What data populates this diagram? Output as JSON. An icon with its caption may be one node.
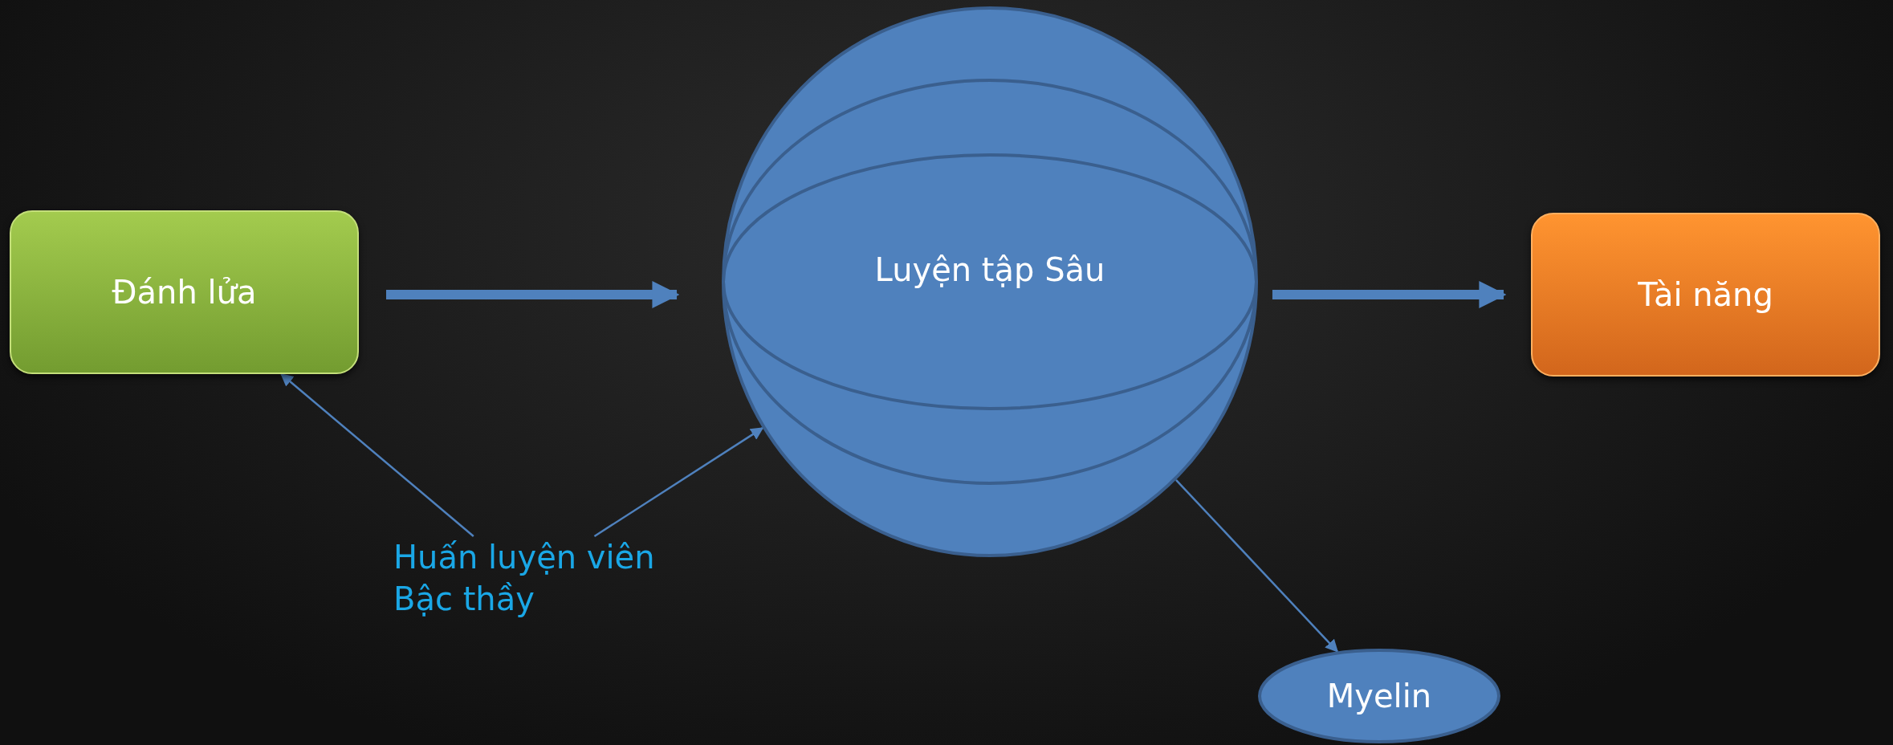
{
  "diagram": {
    "nodes": [
      {
        "text": [
          "Đánh lửa"
        ]
      },
      {
        "text": [
          "Luyện tập Sâu"
        ]
      },
      {
        "text": [
          "Tài năng"
        ]
      },
      {
        "text": [
          "Huấn luyện viên Bậc thầy"
        ]
      },
      {
        "text": [
          "Myelin"
        ]
      }
    ],
    "edges": [
      {
        "from": 0,
        "to": 1,
        "arrow": "to",
        "style": "thick"
      },
      {
        "from": 1,
        "to": 2,
        "arrow": "to",
        "style": "thick"
      },
      {
        "from": 3,
        "to": 0,
        "arrow": "to"
      },
      {
        "from": 3,
        "to": 1,
        "arrow": "to"
      },
      {
        "from": 1,
        "to": 4,
        "arrow": "to"
      }
    ]
  }
}
